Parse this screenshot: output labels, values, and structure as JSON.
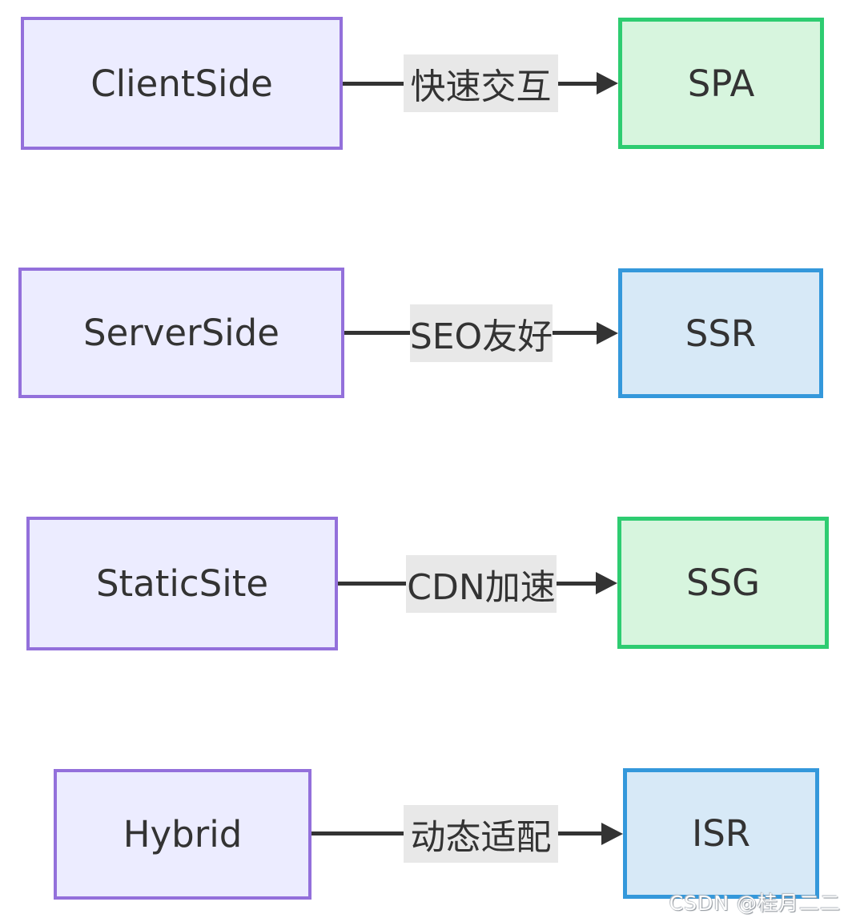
{
  "diagram": {
    "type": "flowchart-LR",
    "rows": [
      {
        "source": {
          "label": "ClientSide"
        },
        "edge": {
          "label": "快速交互"
        },
        "target": {
          "label": "SPA",
          "color_role": "green"
        }
      },
      {
        "source": {
          "label": "ServerSide"
        },
        "edge": {
          "label": "SEO友好"
        },
        "target": {
          "label": "SSR",
          "color_role": "blue"
        }
      },
      {
        "source": {
          "label": "StaticSite"
        },
        "edge": {
          "label": "CDN加速"
        },
        "target": {
          "label": "SSG",
          "color_role": "green"
        }
      },
      {
        "source": {
          "label": "Hybrid"
        },
        "edge": {
          "label": "动态适配"
        },
        "target": {
          "label": "ISR",
          "color_role": "blue"
        }
      }
    ],
    "palette": {
      "source_fill": "#ECECFF",
      "source_border": "#9370DB",
      "target_green_fill": "#D7F5DE",
      "target_green_border": "#2ECC71",
      "target_blue_fill": "#D7E9F7",
      "target_blue_border": "#3498DB",
      "edge_line": "#333333",
      "edge_label_bg": "#E8E8E8",
      "text": "#333333"
    }
  },
  "watermark": {
    "text": "CSDN @桂月二二"
  }
}
